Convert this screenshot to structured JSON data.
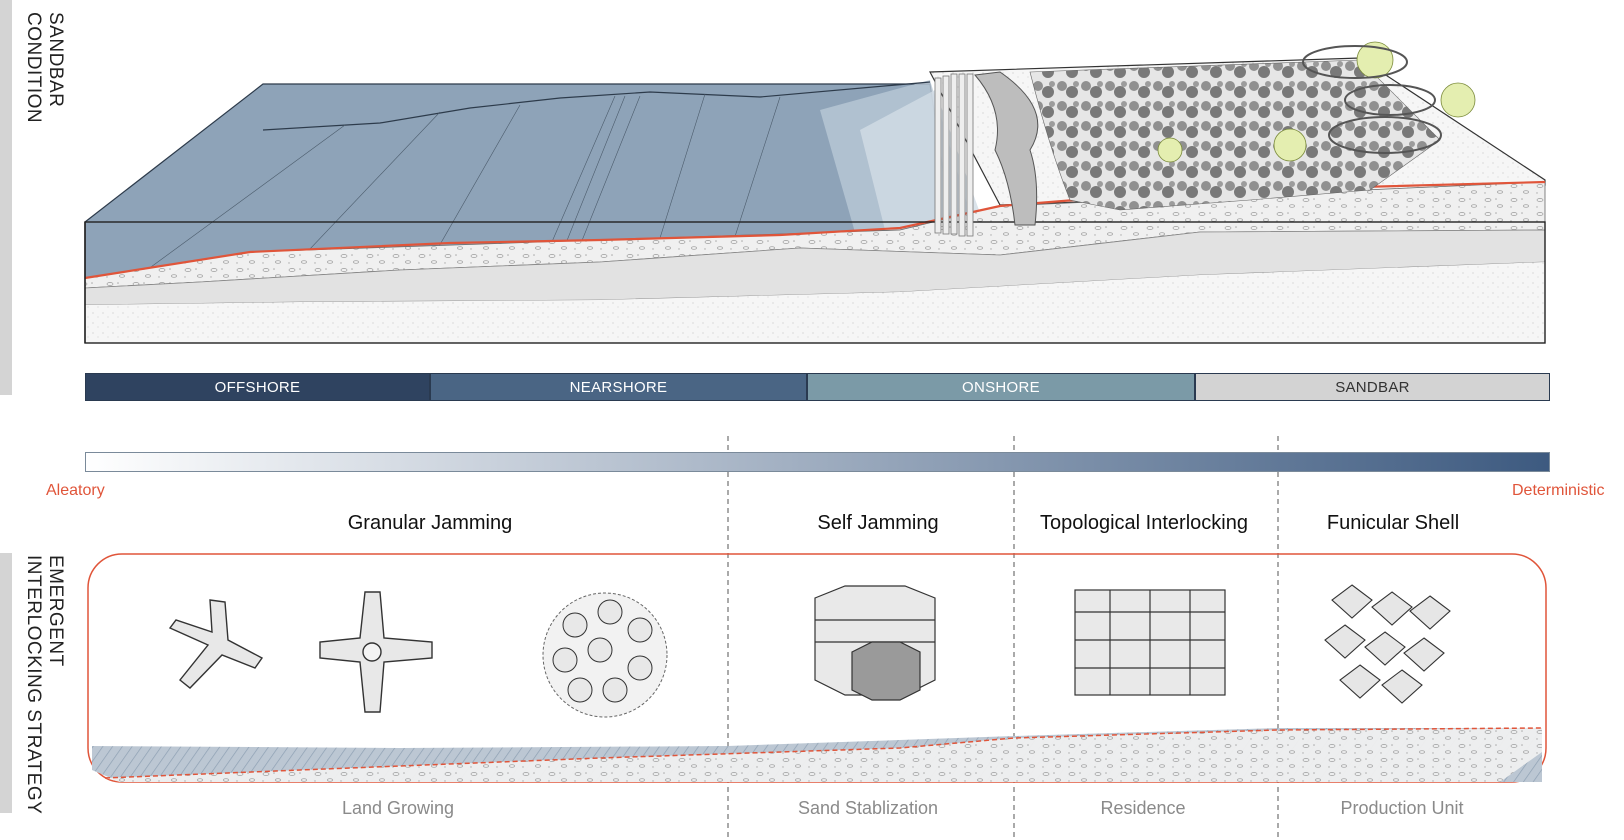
{
  "sections": {
    "top_label": "SANDBAR\nCONDITION",
    "bottom_label": "EMERGENT\nINTERLOCKING STRATEGY"
  },
  "zones": [
    {
      "label": "OFFSHORE",
      "bg": "#2f4360",
      "fg": "#ffffff"
    },
    {
      "label": "NEARSHORE",
      "bg": "#4a6584",
      "fg": "#ffffff"
    },
    {
      "label": "ONSHORE",
      "bg": "#7b9aa7",
      "fg": "#ffffff"
    },
    {
      "label": "SANDBAR",
      "bg": "#d3d3d3",
      "fg": "#333333"
    }
  ],
  "gradient": {
    "left_label": "Aleatory",
    "right_label": "Deterministic",
    "start_color": "#ffffff",
    "end_color": "#3d5a80"
  },
  "strategies": [
    {
      "name": "Granular Jamming",
      "usage": "Land Growing"
    },
    {
      "name": "Self Jamming",
      "usage": "Sand Stablization"
    },
    {
      "name": "Topological Interlocking",
      "usage": "Residence"
    },
    {
      "name": "Funicular Shell",
      "usage": "Production Unit"
    }
  ],
  "colors": {
    "accent": "#e0553a",
    "water": "#8ea3b8",
    "sand": "#ececec"
  }
}
